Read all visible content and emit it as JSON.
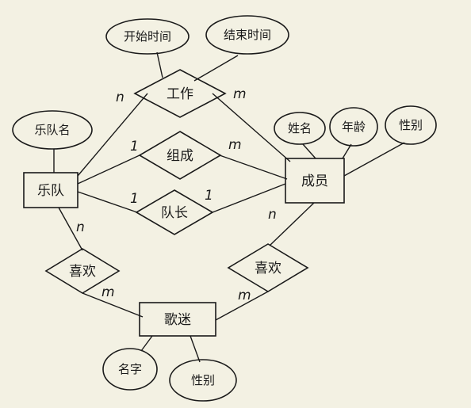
{
  "entities": {
    "band": "乐队",
    "member": "成员",
    "song": "歌迷"
  },
  "relationships": {
    "work": "工作",
    "compose": "组成",
    "captain": "队长",
    "likes_band": "喜欢",
    "likes_member": "喜欢"
  },
  "attributes": {
    "start_time": "开始时间",
    "end_time": "结束时间",
    "band_name": "乐队名",
    "member_name": "姓名",
    "member_age": "年龄",
    "member_gender": "性别",
    "fan_name": "名字",
    "fan_gender": "性别"
  },
  "cardinalities": {
    "band_work": "n",
    "member_work": "m",
    "band_compose": "1",
    "member_compose": "m",
    "band_captain": "1",
    "member_captain": "1",
    "band_likes": "n",
    "fan_likes_band": "m",
    "member_likes": "n",
    "fan_likes_member": "m"
  },
  "colors": {
    "background": "#f3f1e3",
    "ink": "#1a1a1a"
  }
}
